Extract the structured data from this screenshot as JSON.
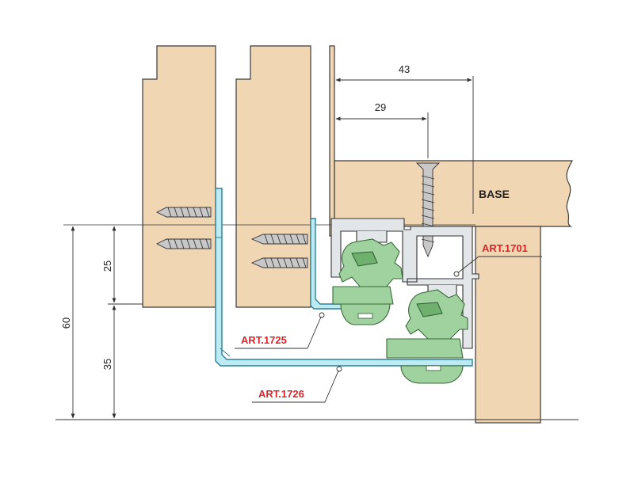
{
  "labels": {
    "base": "BASE",
    "art_1701": "ART.1701",
    "art_1725": "ART.1725",
    "art_1726": "ART.1726"
  },
  "dimensions": {
    "dim_43": "43",
    "dim_29": "29",
    "dim_25": "25",
    "dim_35": "35",
    "dim_60": "60"
  },
  "colors": {
    "wood": "#f1d6b4",
    "profile_blue": "#bdebf3",
    "roller_green": "#9fd29f",
    "label_red": "#d9252a"
  }
}
